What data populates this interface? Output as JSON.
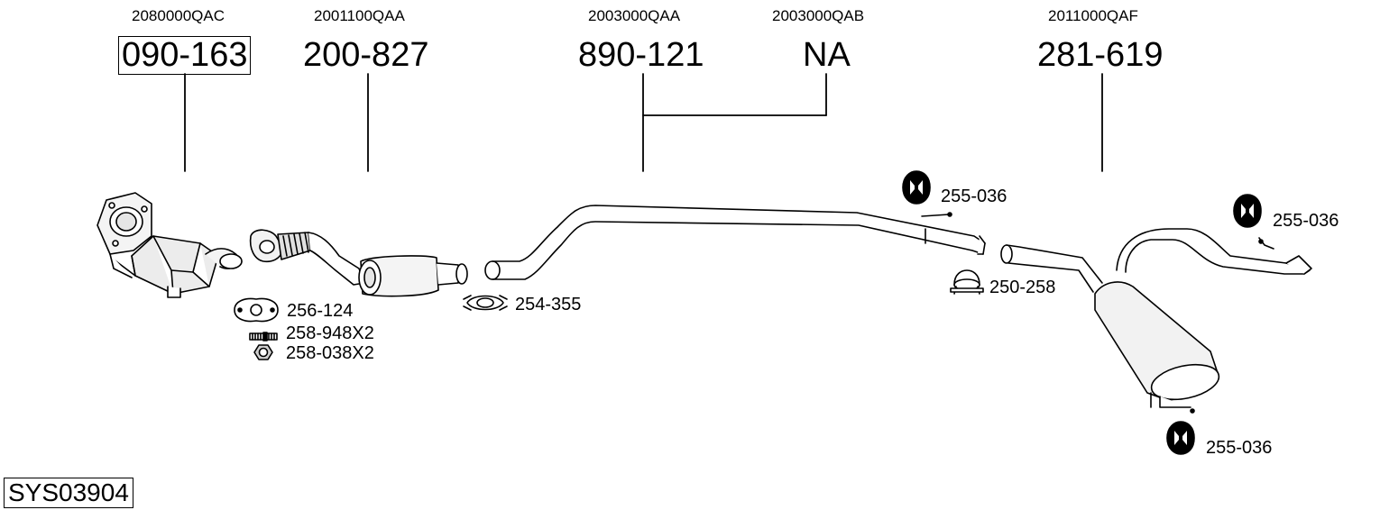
{
  "system_code": "SYS03904",
  "parts": [
    {
      "id": "cat",
      "oem": "2080000QAC",
      "number": "090-163",
      "boxed": true
    },
    {
      "id": "front",
      "oem": "2001100QAA",
      "number": "200-827",
      "boxed": false
    },
    {
      "id": "middle",
      "oem": "2003000QAA",
      "number": "890-121",
      "boxed": false
    },
    {
      "id": "middle-alt",
      "oem": "2003000QAB",
      "number": "NA",
      "boxed": false
    },
    {
      "id": "rear",
      "oem": "2011000QAF",
      "number": "281-619",
      "boxed": false
    }
  ],
  "accessories": [
    {
      "id": "gasket",
      "label": "256-124",
      "icon": "gasket-icon"
    },
    {
      "id": "stud",
      "label": "258-948X2",
      "icon": "stud-bolt-icon"
    },
    {
      "id": "nut",
      "label": "258-038X2",
      "icon": "nut-icon"
    },
    {
      "id": "clamp1",
      "label": "254-355",
      "icon": "clamp-icon"
    },
    {
      "id": "hanger1",
      "label": "255-036",
      "icon": "rubber-hanger-icon"
    },
    {
      "id": "uclamp",
      "label": "250-258",
      "icon": "u-clamp-icon"
    },
    {
      "id": "hanger2",
      "label": "255-036",
      "icon": "rubber-hanger-icon"
    },
    {
      "id": "hanger3",
      "label": "255-036",
      "icon": "rubber-hanger-icon"
    }
  ]
}
